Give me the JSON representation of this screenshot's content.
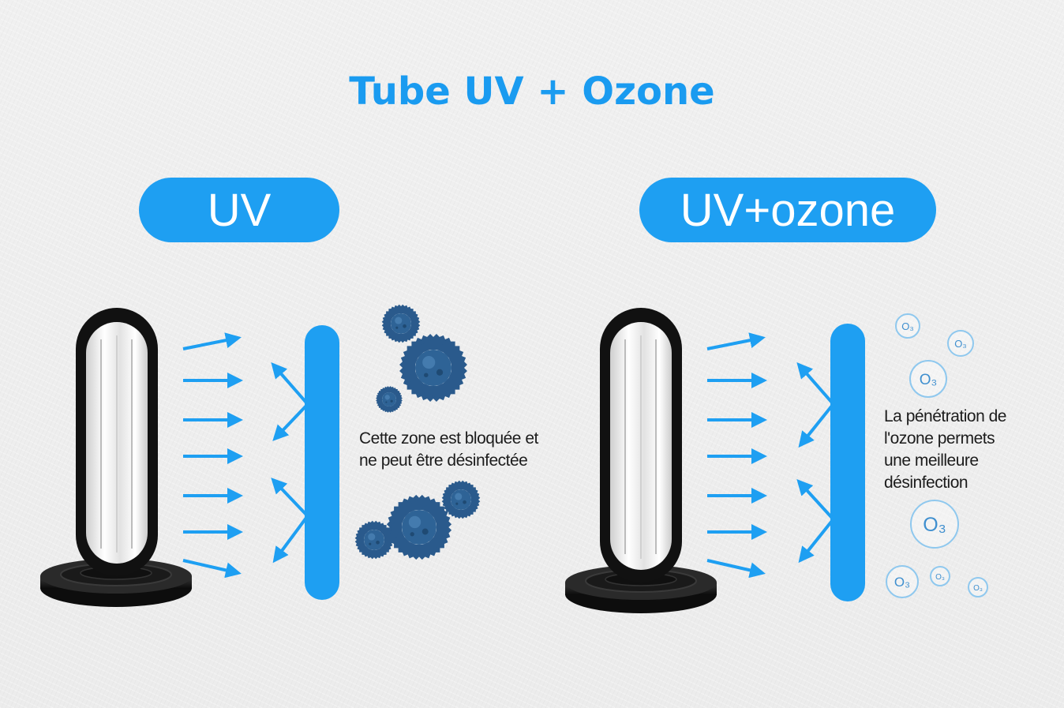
{
  "title": "Tube UV + Ozone",
  "panels": [
    {
      "label": "UV",
      "caption_lines": [
        "Cette zone est bloquée et",
        "ne peut être désinfectée"
      ]
    },
    {
      "label": "UV+ozone",
      "caption_lines": [
        "La pénétration de",
        "l'ozone permets",
        "une meilleure",
        "désinfection"
      ]
    }
  ],
  "ozone_symbol": "O₃",
  "colors": {
    "title": "#1a9bf0",
    "accent": "#1e9ff2",
    "lamp": "#111111",
    "virus": "#2a5a8c"
  },
  "icons": [
    "uv-lamp-icon",
    "arrow-icon",
    "barrier-icon",
    "virus-icon",
    "ozone-molecule-icon"
  ]
}
